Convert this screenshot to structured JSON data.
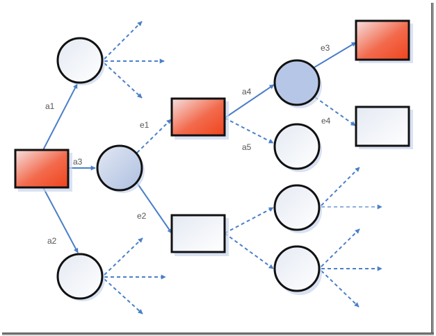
{
  "diagram": {
    "colors": {
      "edge": "#4a7fc8",
      "node_border": "#111111",
      "red_fill_start": "#f4dada",
      "red_fill_end": "#f04a22",
      "blue_fill_start": "#dde5f3",
      "blue_fill_end": "#b3c3e3",
      "white_fill_start": "#e8edf5",
      "white_fill_end": "#ffffff",
      "label": "#555555"
    },
    "nodes": [
      {
        "id": "root",
        "shape": "rect",
        "style": "red"
      },
      {
        "id": "n_a1",
        "shape": "circle",
        "style": "white"
      },
      {
        "id": "n_a3",
        "shape": "circle",
        "style": "blue"
      },
      {
        "id": "n_a2",
        "shape": "circle",
        "style": "white"
      },
      {
        "id": "n_e1",
        "shape": "rect",
        "style": "red"
      },
      {
        "id": "n_e2",
        "shape": "rect",
        "style": "white"
      },
      {
        "id": "n_a4",
        "shape": "circle",
        "style": "blue"
      },
      {
        "id": "n_a5",
        "shape": "circle",
        "style": "white"
      },
      {
        "id": "n_c3",
        "shape": "circle",
        "style": "white"
      },
      {
        "id": "n_c4",
        "shape": "circle",
        "style": "white"
      },
      {
        "id": "n_e3",
        "shape": "rect",
        "style": "red"
      },
      {
        "id": "n_e4",
        "shape": "rect",
        "style": "white"
      }
    ],
    "edges": [
      {
        "from": "root",
        "to": "n_a1",
        "label": "a1",
        "dashed": false
      },
      {
        "from": "root",
        "to": "n_a3",
        "label": "a3",
        "dashed": false
      },
      {
        "from": "root",
        "to": "n_a2",
        "label": "a2",
        "dashed": false
      },
      {
        "from": "n_a3",
        "to": "n_e1",
        "label": "e1",
        "dashed": true
      },
      {
        "from": "n_a3",
        "to": "n_e2",
        "label": "e2",
        "dashed": false
      },
      {
        "from": "n_e1",
        "to": "n_a4",
        "label": "a4",
        "dashed": false
      },
      {
        "from": "n_e1",
        "to": "n_a5",
        "label": "a5",
        "dashed": true
      },
      {
        "from": "n_a4",
        "to": "n_e3",
        "label": "e3",
        "dashed": false
      },
      {
        "from": "n_a4",
        "to": "n_e4",
        "label": "e4",
        "dashed": true
      },
      {
        "from": "n_e2",
        "to": "n_c3",
        "label": "",
        "dashed": true
      },
      {
        "from": "n_e2",
        "to": "n_c4",
        "label": "",
        "dashed": true
      },
      {
        "from": "n_a1",
        "to": "open",
        "label": "",
        "dashed": true,
        "count": 3
      },
      {
        "from": "n_a2",
        "to": "open",
        "label": "",
        "dashed": true,
        "count": 3
      },
      {
        "from": "n_c3",
        "to": "open",
        "label": "",
        "dashed": true,
        "count": 2
      },
      {
        "from": "n_c4",
        "to": "open",
        "label": "",
        "dashed": true,
        "count": 3
      }
    ],
    "labels": {
      "a1": "a1",
      "a2": "a2",
      "a3": "a3",
      "a4": "a4",
      "a5": "a5",
      "e1": "e1",
      "e2": "e2",
      "e3": "e3",
      "e4": "e4"
    }
  }
}
